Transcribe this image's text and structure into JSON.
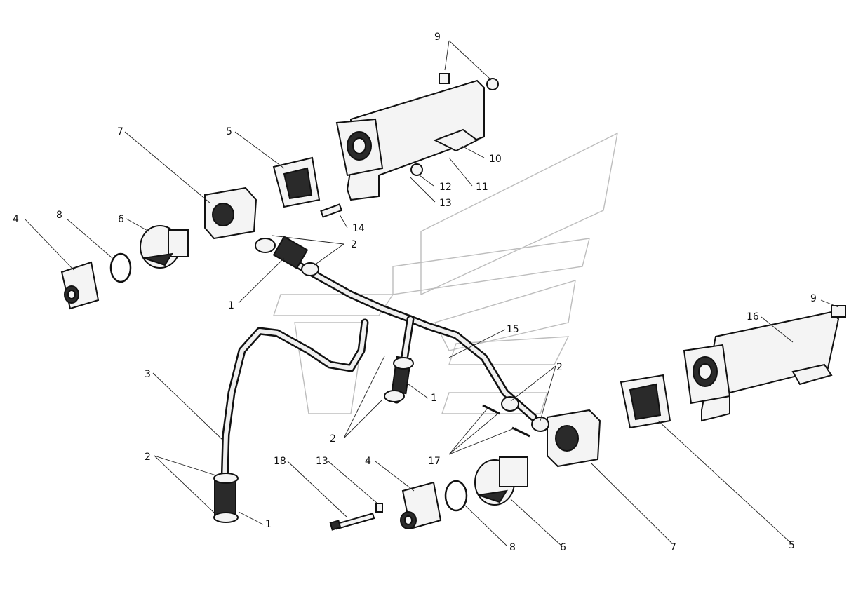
{
  "callouts": {
    "c1a": "1",
    "c1b": "1",
    "c1c": "1",
    "c2a": "2",
    "c2b": "2",
    "c2c": "2",
    "c2d": "2",
    "c3": "3",
    "c4a": "4",
    "c4b": "4",
    "c5a": "5",
    "c5b": "5",
    "c6a": "6",
    "c6b": "6",
    "c7a": "7",
    "c7b": "7",
    "c8a": "8",
    "c8b": "8",
    "c9a": "9",
    "c9b": "9",
    "c10": "10",
    "c11": "11",
    "c12": "12",
    "c13a": "13",
    "c13b": "13",
    "c14": "14",
    "c15": "15",
    "c16": "16",
    "c17": "17",
    "c18": "18"
  }
}
